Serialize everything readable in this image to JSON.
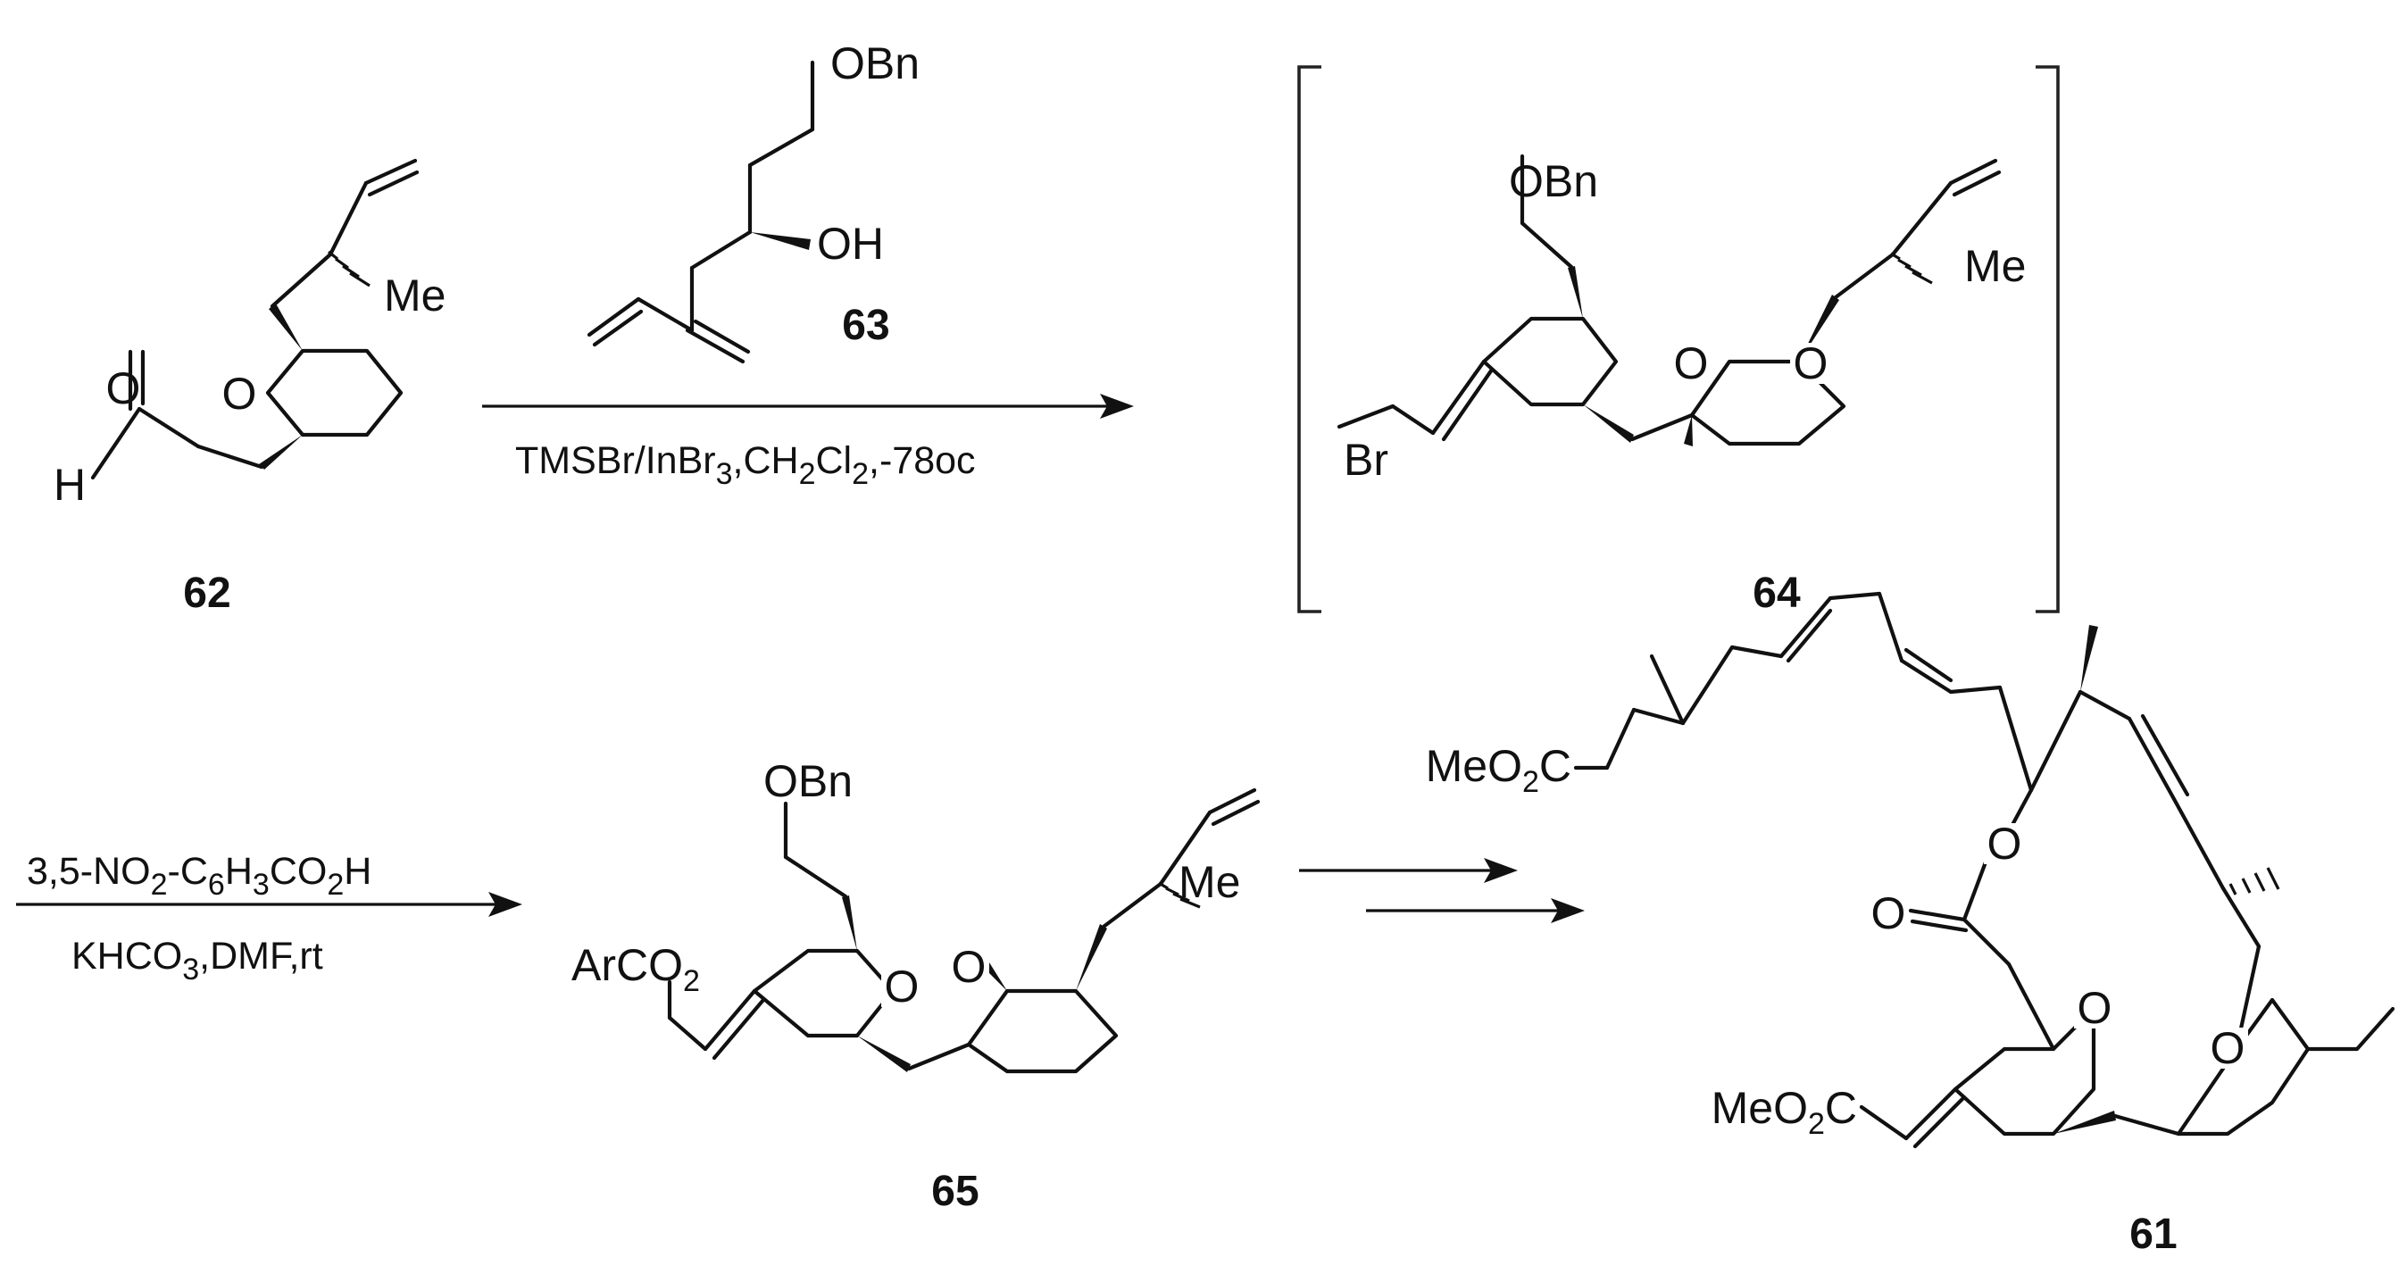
{
  "compounds": [
    {
      "id": "62"
    },
    {
      "id": "63"
    },
    {
      "id": "64"
    },
    {
      "id": "65"
    },
    {
      "id": "61"
    }
  ],
  "atoms": {
    "o": "O",
    "h": "H",
    "oh": "OH",
    "obn": "OBn",
    "me": "Me",
    "br": "Br",
    "meo2c_pre": "MeO",
    "meo2c_sub": "2",
    "meo2c_post": "C",
    "arco2_pre": "ArCO",
    "arco2_sub": "2"
  },
  "conditions": {
    "step1": {
      "p1": "TMSBr/InBr",
      "s1": "3",
      "p2": ",CH",
      "s2": "2",
      "p3": "Cl",
      "s3": "2",
      "p4": ",-78oc"
    },
    "step2_top": {
      "p1": "3,5-NO",
      "s1": "2",
      "p2": "-C",
      "s2": "6",
      "p3": "H",
      "s3": "3",
      "p4": "CO",
      "s4": "2",
      "p5": "H"
    },
    "step2_bottom": {
      "p1": "KHCO",
      "s1": "3",
      "p2": ",DMF,rt"
    }
  }
}
